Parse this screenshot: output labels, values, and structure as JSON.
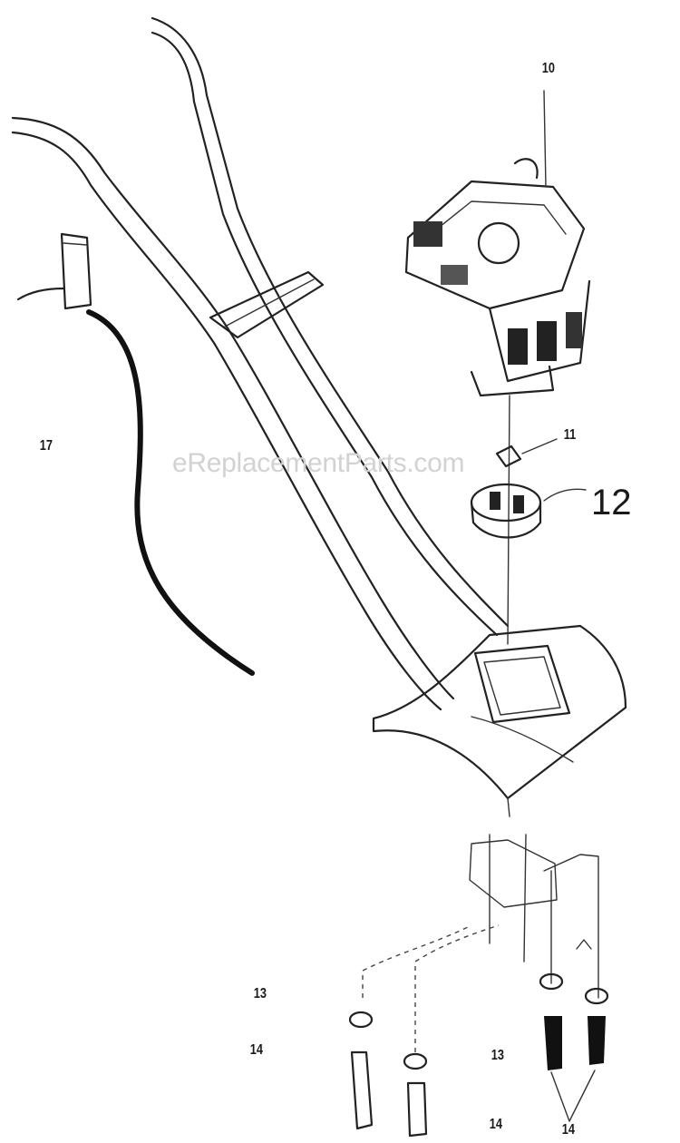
{
  "watermark": "eReplacementParts.com",
  "callouts": {
    "engine": "10",
    "washer": "11",
    "clutch": "12",
    "cord": "17",
    "left_top": "13",
    "left_bottom": "14",
    "mid_top": "13",
    "mid_bottom": "14",
    "right_bottom": "14"
  }
}
